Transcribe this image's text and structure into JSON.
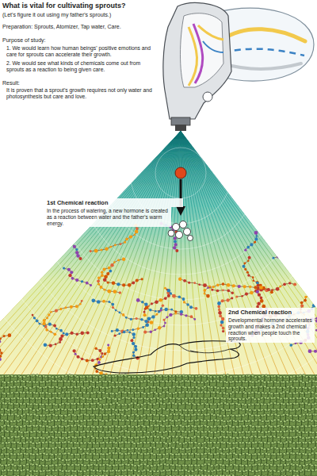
{
  "diagram": {
    "title": "What is vital for cultivating sprouts?",
    "labels": [
      "(Let's figure it out using my father's sprouts.)",
      "Preparation: Sprouts, Atomizer, Tap water, Care.",
      "Purpose of study:",
      "1. We would learn how human beings' positive emotions and care for sprouts can accelerate their growth.",
      "2. We would see what kinds of chemicals come out from sprouts as a reaction to being given care.",
      "Result:",
      "It is proven that a sprout's growth requires not only water and photosynthesis but care and love.",
      "1st Chemical reaction",
      "In the process of watering, a new hormone is created as a reaction between water and the father's warm energy.",
      "2nd Chemical reaction",
      "Developmental hormone accelerates growth and makes a 2nd chemical reaction when people touch the sprouts."
    ]
  }
}
